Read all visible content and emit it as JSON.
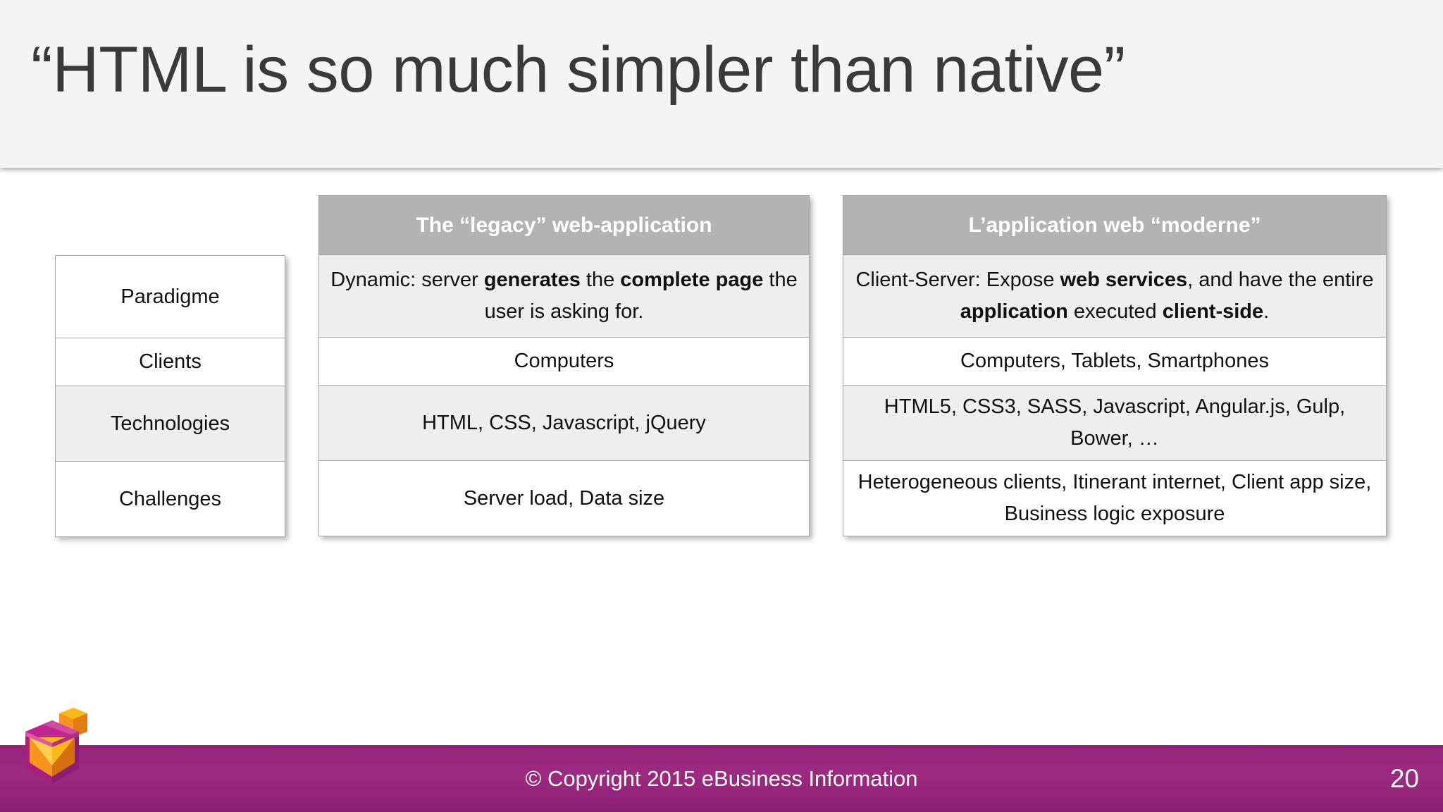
{
  "slide": {
    "title": "“HTML is so much simpler than native”",
    "page_number": "20",
    "footer": "© Copyright 2015 eBusiness Information",
    "accent_color": "#9c2b80",
    "header_color": "#b3b3b3",
    "shaded_row_color": "#eeeeee",
    "title_bar_color": "#f4f4f4"
  },
  "comparison": {
    "label_column": {
      "header": "",
      "rows": [
        "Paradigme",
        "Clients",
        "Technologies",
        "Challenges"
      ]
    },
    "legacy_column": {
      "header": "The “legacy” web-application",
      "rows": [
        {
          "parts": [
            {
              "text": "Dynamic: server ",
              "bold": false
            },
            {
              "text": "generates",
              "bold": true
            },
            {
              "text": " the ",
              "bold": false
            },
            {
              "text": "complete page",
              "bold": true
            },
            {
              "text": " the user is asking for.",
              "bold": false
            }
          ],
          "plain": "Dynamic: server generates the complete page the user is asking for."
        },
        {
          "parts": [
            {
              "text": "Computers",
              "bold": false
            }
          ],
          "plain": "Computers"
        },
        {
          "parts": [
            {
              "text": "HTML, CSS, Javascript, jQuery",
              "bold": false
            }
          ],
          "plain": "HTML, CSS, Javascript, jQuery"
        },
        {
          "parts": [
            {
              "text": "Server load, Data size",
              "bold": false
            }
          ],
          "plain": "Server load, Data size"
        }
      ]
    },
    "modern_column": {
      "header": "L’application web “moderne”",
      "rows": [
        {
          "parts": [
            {
              "text": "Client-Server: Expose ",
              "bold": false
            },
            {
              "text": "web services",
              "bold": true
            },
            {
              "text": ", and have the entire ",
              "bold": false
            },
            {
              "text": "application",
              "bold": true
            },
            {
              "text": " executed ",
              "bold": false
            },
            {
              "text": "client-side",
              "bold": true
            },
            {
              "text": ".",
              "bold": false
            }
          ],
          "plain": "Client-Server: Expose web services, and have the entire application executed client-side."
        },
        {
          "parts": [
            {
              "text": "Computers, Tablets, Smartphones",
              "bold": false
            }
          ],
          "plain": "Computers, Tablets, Smartphones"
        },
        {
          "parts": [
            {
              "text": "HTML5, CSS3, SASS, Javascript, Angular.js, Gulp, Bower, …",
              "bold": false
            }
          ],
          "plain": "HTML5, CSS3, SASS, Javascript, Angular.js, Gulp, Bower, …"
        },
        {
          "parts": [
            {
              "text": "Heterogeneous clients, Itinerant internet, Client app size, Business logic exposure",
              "bold": false
            }
          ],
          "plain": "Heterogeneous clients, Itinerant internet, Client app size, Business logic exposure"
        }
      ]
    }
  },
  "logo": {
    "name": "ebusiness-cube-logo",
    "colors": {
      "magenta": "#c0258f",
      "orange": "#f7941e",
      "yellow": "#fdb913",
      "dark_magenta": "#8d1f73"
    }
  }
}
